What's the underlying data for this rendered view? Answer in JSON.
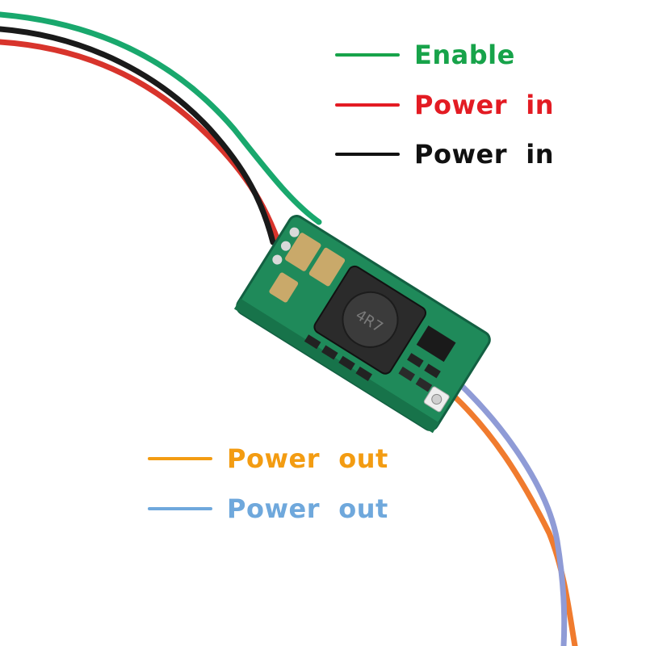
{
  "legend": [
    {
      "label": "Enable",
      "color": "#17a34a"
    },
    {
      "label": "Power  in",
      "color": "#e31b23"
    },
    {
      "label": "Power  in",
      "color": "#111111"
    },
    {
      "label": "Power  out",
      "color": "#f39c12"
    },
    {
      "label": "Power  out",
      "color": "#6fa8dc"
    }
  ],
  "module": {
    "inductor_marking": "4R7"
  }
}
